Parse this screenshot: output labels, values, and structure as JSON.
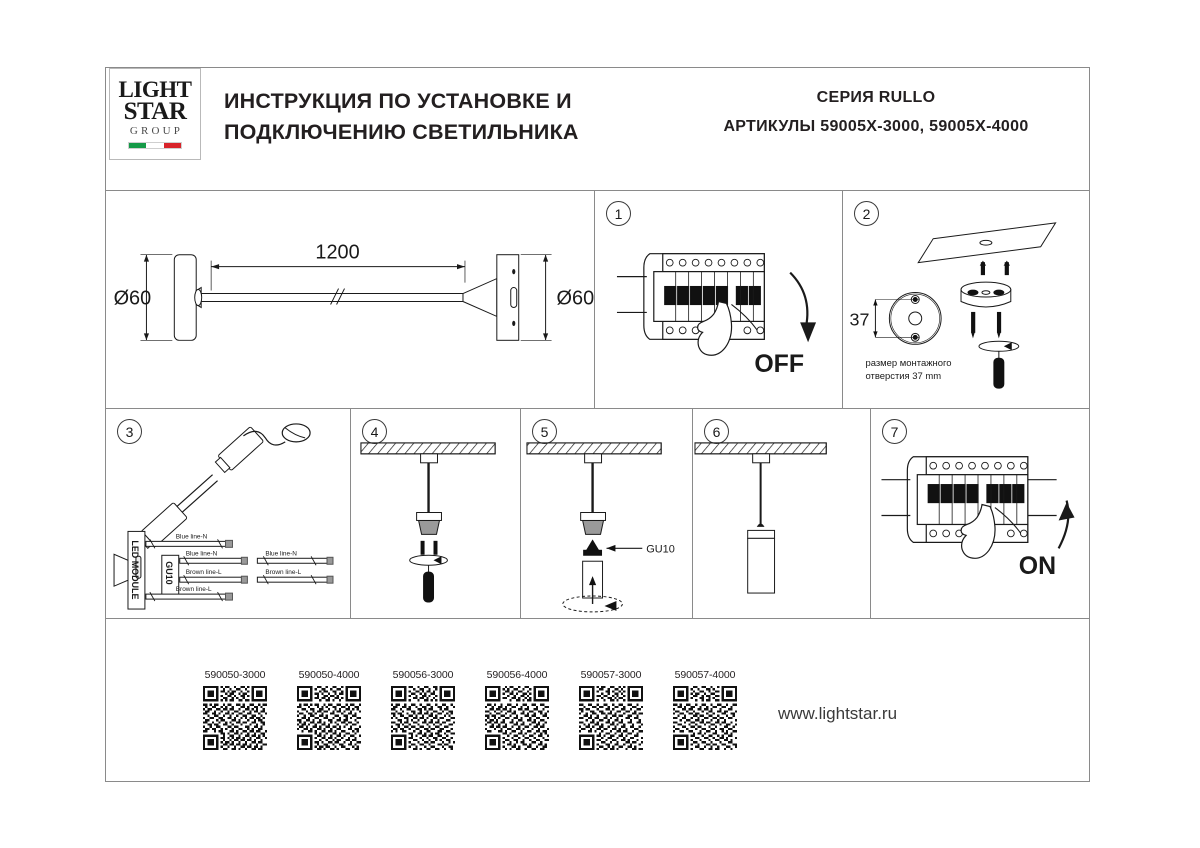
{
  "document": {
    "title_line1": "ИНСТРУКЦИЯ ПО УСТАНОВКЕ И",
    "title_line2": "ПОДКЛЮЧЕНИЮ СВЕТИЛЬНИКА",
    "series": "СЕРИЯ RULLO",
    "articles": "АРТИКУЛЫ 59005X-3000, 59005X-4000",
    "website": "www.lightstar.ru"
  },
  "logo": {
    "line1": "LIGHT",
    "line2": "STAR",
    "line3": "GROUP",
    "flag_colors": [
      "#159A48",
      "#FFFFFF",
      "#D8232A"
    ]
  },
  "product_diagram": {
    "length_label": "1200",
    "diameter_left": "Ø60",
    "diameter_right": "Ø60"
  },
  "steps": [
    {
      "number": "1",
      "name": "turn-power-off",
      "caption": "OFF"
    },
    {
      "number": "2",
      "name": "mount-base-plate",
      "dimension": "37",
      "note_line1": "размер монтажного",
      "note_line2": "отверстия 37 mm"
    },
    {
      "number": "3",
      "name": "wiring-connection",
      "module_label": "LED MODULE",
      "socket_label": "GU10",
      "wires": [
        "Blue line-N",
        "Blue line-N",
        "Brown line-L",
        "Brown line-L",
        "Blue line-N",
        "Brown line-L"
      ]
    },
    {
      "number": "4",
      "name": "tighten-canopy"
    },
    {
      "number": "5",
      "name": "insert-lamp",
      "lamp_label": "GU10"
    },
    {
      "number": "6",
      "name": "assembled-fixture"
    },
    {
      "number": "7",
      "name": "turn-power-on",
      "caption": "ON"
    }
  ],
  "qr_codes": [
    {
      "label": "590050-3000"
    },
    {
      "label": "590050-4000"
    },
    {
      "label": "590056-3000"
    },
    {
      "label": "590056-4000"
    },
    {
      "label": "590057-3000"
    },
    {
      "label": "590057-4000"
    }
  ]
}
